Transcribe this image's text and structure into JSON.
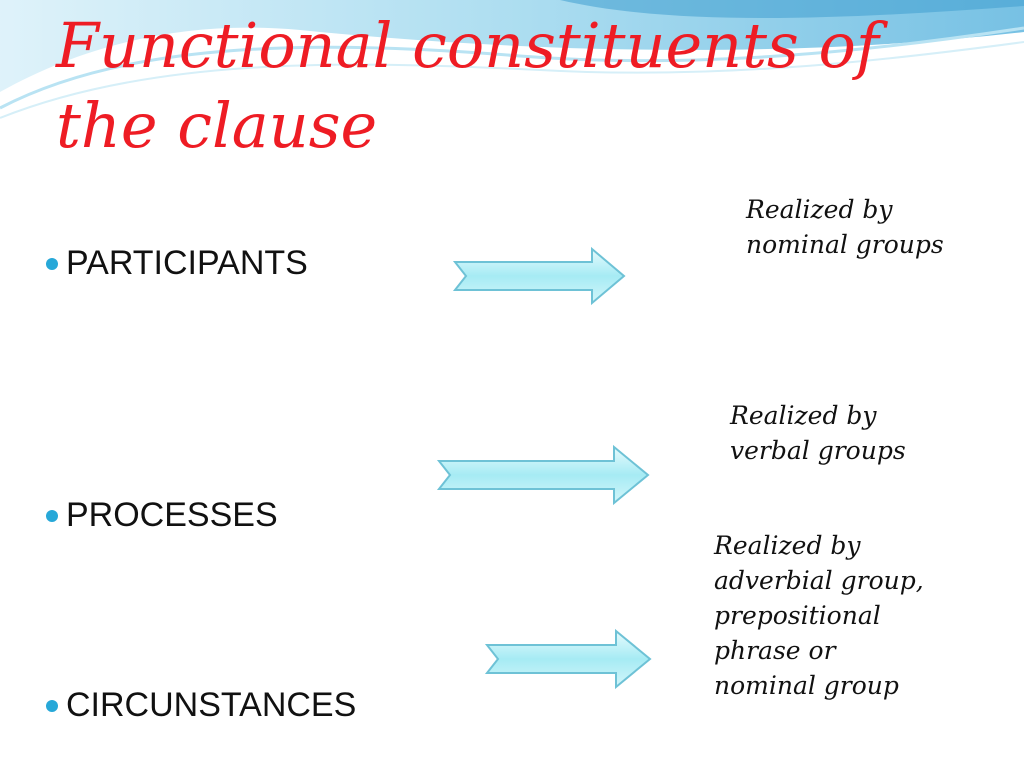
{
  "slide": {
    "title": "Functional constituents of the clause",
    "colors": {
      "title": "#ee1c24",
      "bullet": "#27a8d8",
      "arrow_fill": "#bff1f7",
      "arrow_stroke": "#6ec2d6",
      "swoosh": "#7cc7e6"
    },
    "bullets": [
      {
        "label": "PARTICIPANTS"
      },
      {
        "label": "PROCESSES"
      },
      {
        "label": "CIRCUNSTANCES"
      }
    ],
    "arrows": [
      {
        "icon": "right-arrow-icon"
      },
      {
        "icon": "right-arrow-icon"
      },
      {
        "icon": "right-arrow-icon"
      }
    ],
    "notes": [
      {
        "lines": [
          "Realized by",
          "nominal groups"
        ]
      },
      {
        "lines": [
          "Realized by",
          "verbal groups"
        ]
      },
      {
        "lines": [
          "Realized by",
          "adverbial group,",
          "prepositional",
          "phrase or",
          "nominal group"
        ]
      }
    ]
  }
}
